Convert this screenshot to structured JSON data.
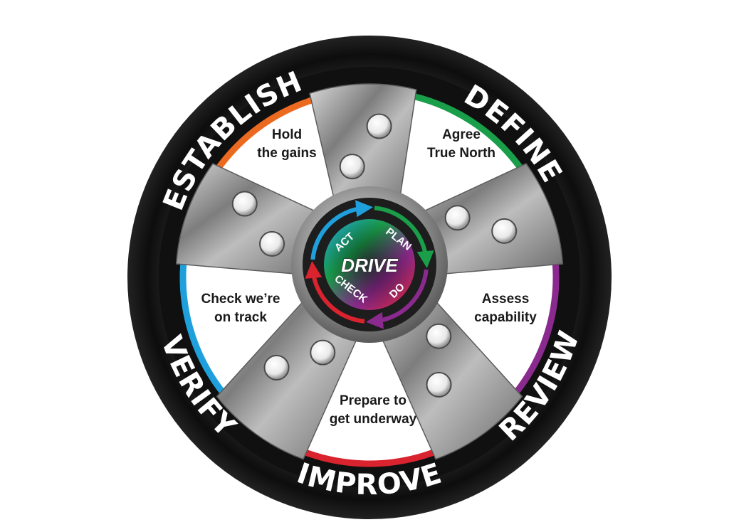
{
  "center": {
    "title": "DRIVE"
  },
  "cycle": {
    "act": "ACT",
    "plan": "PLAN",
    "do": "DO",
    "check": "CHECK"
  },
  "stages": [
    {
      "id": "define",
      "tire_label": "DEFINE",
      "line1": "Agree",
      "line2": "True North",
      "color": "#1a9e4a"
    },
    {
      "id": "review",
      "tire_label": "REVIEW",
      "line1": "Assess",
      "line2": "capability",
      "color": "#8b2a8e"
    },
    {
      "id": "improve",
      "tire_label": "IMPROVE",
      "line1": "Prepare to",
      "line2": "get underway",
      "color": "#d9232e"
    },
    {
      "id": "verify",
      "tire_label": "VERIFY",
      "line1": "Check we’re",
      "line2": "on track",
      "color": "#1fa0dc"
    },
    {
      "id": "establish",
      "tire_label": "ESTABLISH",
      "line1": "Hold",
      "line2": "the gains",
      "color": "#ec6a1f"
    }
  ],
  "colors": {
    "tire": "#151515",
    "spoke": "#8c8c8c",
    "hub_ring": "#b0b0b0"
  }
}
